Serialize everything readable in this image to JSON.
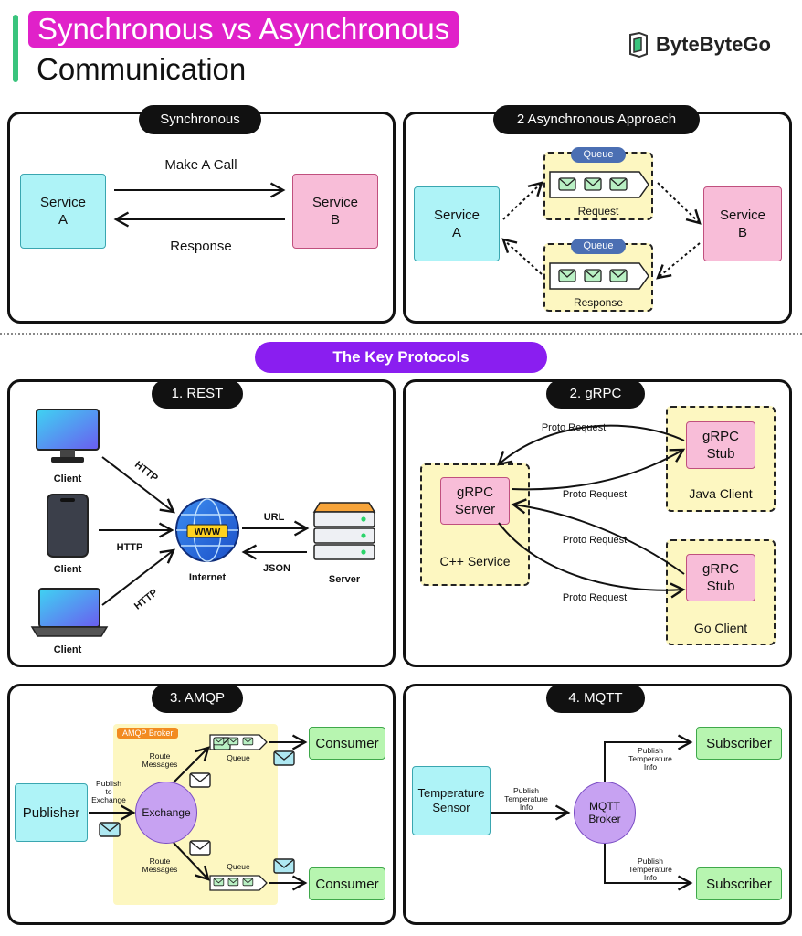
{
  "header": {
    "title_line1": "Synchronous vs Asynchronous",
    "title_line2": "Communication",
    "brand": "ByteByteGo",
    "brand_color": "#e021c9",
    "accent_green": "#3ac47d"
  },
  "sync": {
    "label": "Synchronous",
    "service_a": "Service\nA",
    "service_b": "Service\nB",
    "call": "Make A Call",
    "response": "Response"
  },
  "async": {
    "label": "2 Asynchronous Approach",
    "service_a": "Service\nA",
    "service_b": "Service\nB",
    "queue_top_label": "Queue",
    "queue_top_caption": "Request",
    "queue_bottom_label": "Queue",
    "queue_bottom_caption": "Response"
  },
  "protocols_title": "The Key Protocols",
  "rest": {
    "label": "1. REST",
    "client1": "Client",
    "client2": "Client",
    "client3": "Client",
    "http1": "HTTP",
    "http2": "HTTP",
    "http3": "HTTP",
    "www": "WWW",
    "internet": "Internet",
    "url": "URL",
    "json": "JSON",
    "server": "Server"
  },
  "grpc": {
    "label": "2. gRPC",
    "server": "gRPC\nServer",
    "cpp": "C++ Service",
    "stub1": "gRPC\nStub",
    "java": "Java Client",
    "stub2": "gRPC\nStub",
    "go": "Go Client",
    "req1": "Proto Request",
    "req2": "Proto Request",
    "req3": "Proto Request",
    "req4": "Proto Request"
  },
  "amqp": {
    "label": "3. AMQP",
    "broker": "AMQP Broker",
    "publisher": "Publisher",
    "publish": "Publish\nto\nExchange",
    "exchange": "Exchange",
    "route1": "Route\nMessages",
    "route2": "Route\nMessages",
    "queue1": "Queue",
    "queue2": "Queue",
    "consumer1": "Consumer",
    "consumer2": "Consumer"
  },
  "mqtt": {
    "label": "4. MQTT",
    "sensor": "Temperature\nSensor",
    "publish": "Publish\nTemperature\nInfo",
    "broker": "MQTT\nBroker",
    "pub_top": "Publish\nTemperature\nInfo",
    "pub_bottom": "Publish\nTemperature\nInfo",
    "sub1": "Subscriber",
    "sub2": "Subscriber"
  }
}
